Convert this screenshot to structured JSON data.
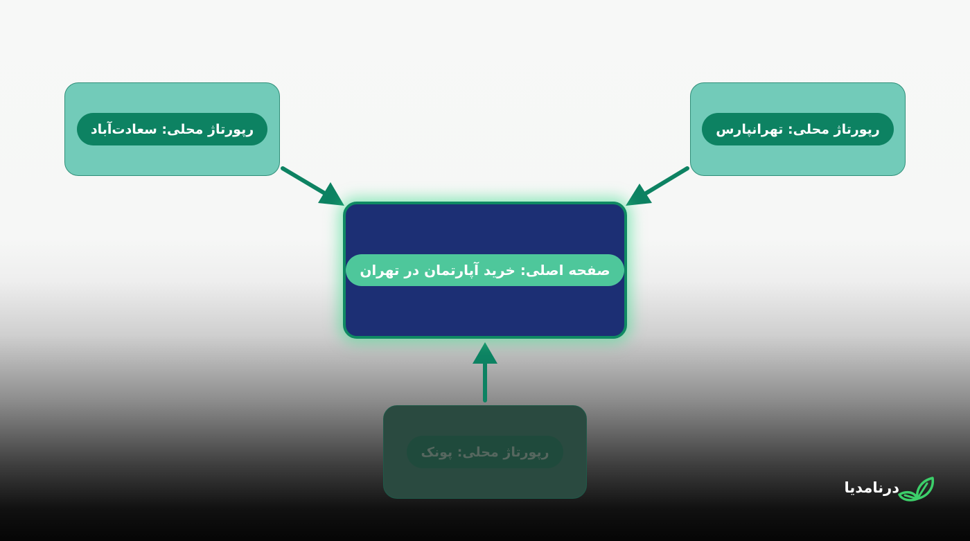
{
  "nodes": {
    "left_report": "رپورتاژ محلی: سعادت‌آباد",
    "right_report": "رپورتاژ محلی: تهرانپارس",
    "main_page": "صفحه اصلی: خرید آپارتمان در تهران",
    "bottom_report": "رپورتاژ محلی: پونک"
  },
  "logo": {
    "text": "درنامدیا",
    "icon": "leaf-sprout-icon"
  },
  "colors": {
    "node_fill": "#72cbb9",
    "pill_dark_green": "#0d8262",
    "main_fill": "#1c2f74",
    "main_border": "#0f8a63",
    "main_pill": "#4ec79b",
    "arrow": "#0d8262",
    "faded_node": "#2a4a40"
  }
}
